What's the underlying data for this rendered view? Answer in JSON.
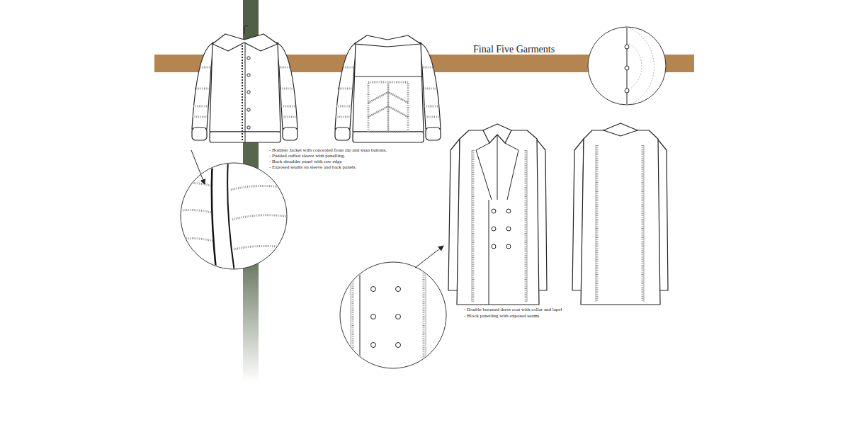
{
  "diagram": {
    "title": "Final Five Garments",
    "labels": [
      "- Bomber Jacket with concealed front zip and snap buttons.",
      "- Padded cuffed sleeve with panelling.",
      "- Back shoulder panel with raw edge",
      "- Exposed seams on sleeve and back panels.",
      "- Double breasted dress coat with collar and lapel",
      "- Block panelling with exposed seams"
    ]
  }
}
